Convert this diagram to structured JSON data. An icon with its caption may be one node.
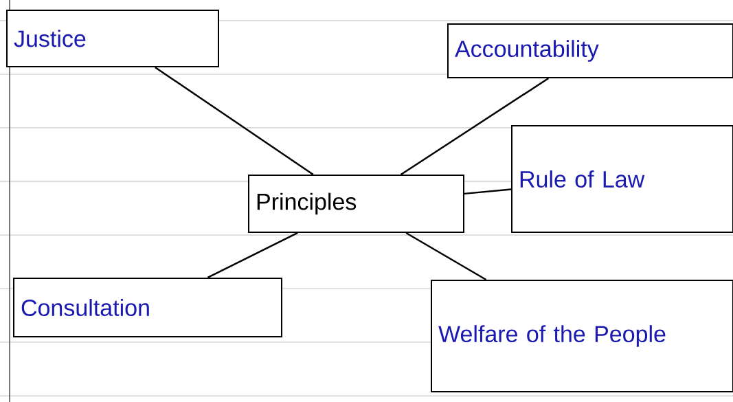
{
  "diagram": {
    "nodes": [
      {
        "text": [
          "Principles"
        ]
      },
      {
        "text": [
          "Justice"
        ]
      },
      {
        "text": [
          "Accountability"
        ]
      },
      {
        "text": [
          "Rule of Law"
        ]
      },
      {
        "text": [
          "Consultation"
        ]
      },
      {
        "text": [
          "Welfare of the People"
        ]
      }
    ],
    "edges": [
      {
        "from": 0,
        "to": 1,
        "arrow": "none"
      },
      {
        "from": 0,
        "to": 2,
        "arrow": "none"
      },
      {
        "from": 0,
        "to": 3,
        "arrow": "none"
      },
      {
        "from": 0,
        "to": 4,
        "arrow": "none"
      },
      {
        "from": 0,
        "to": 5,
        "arrow": "none"
      }
    ]
  }
}
